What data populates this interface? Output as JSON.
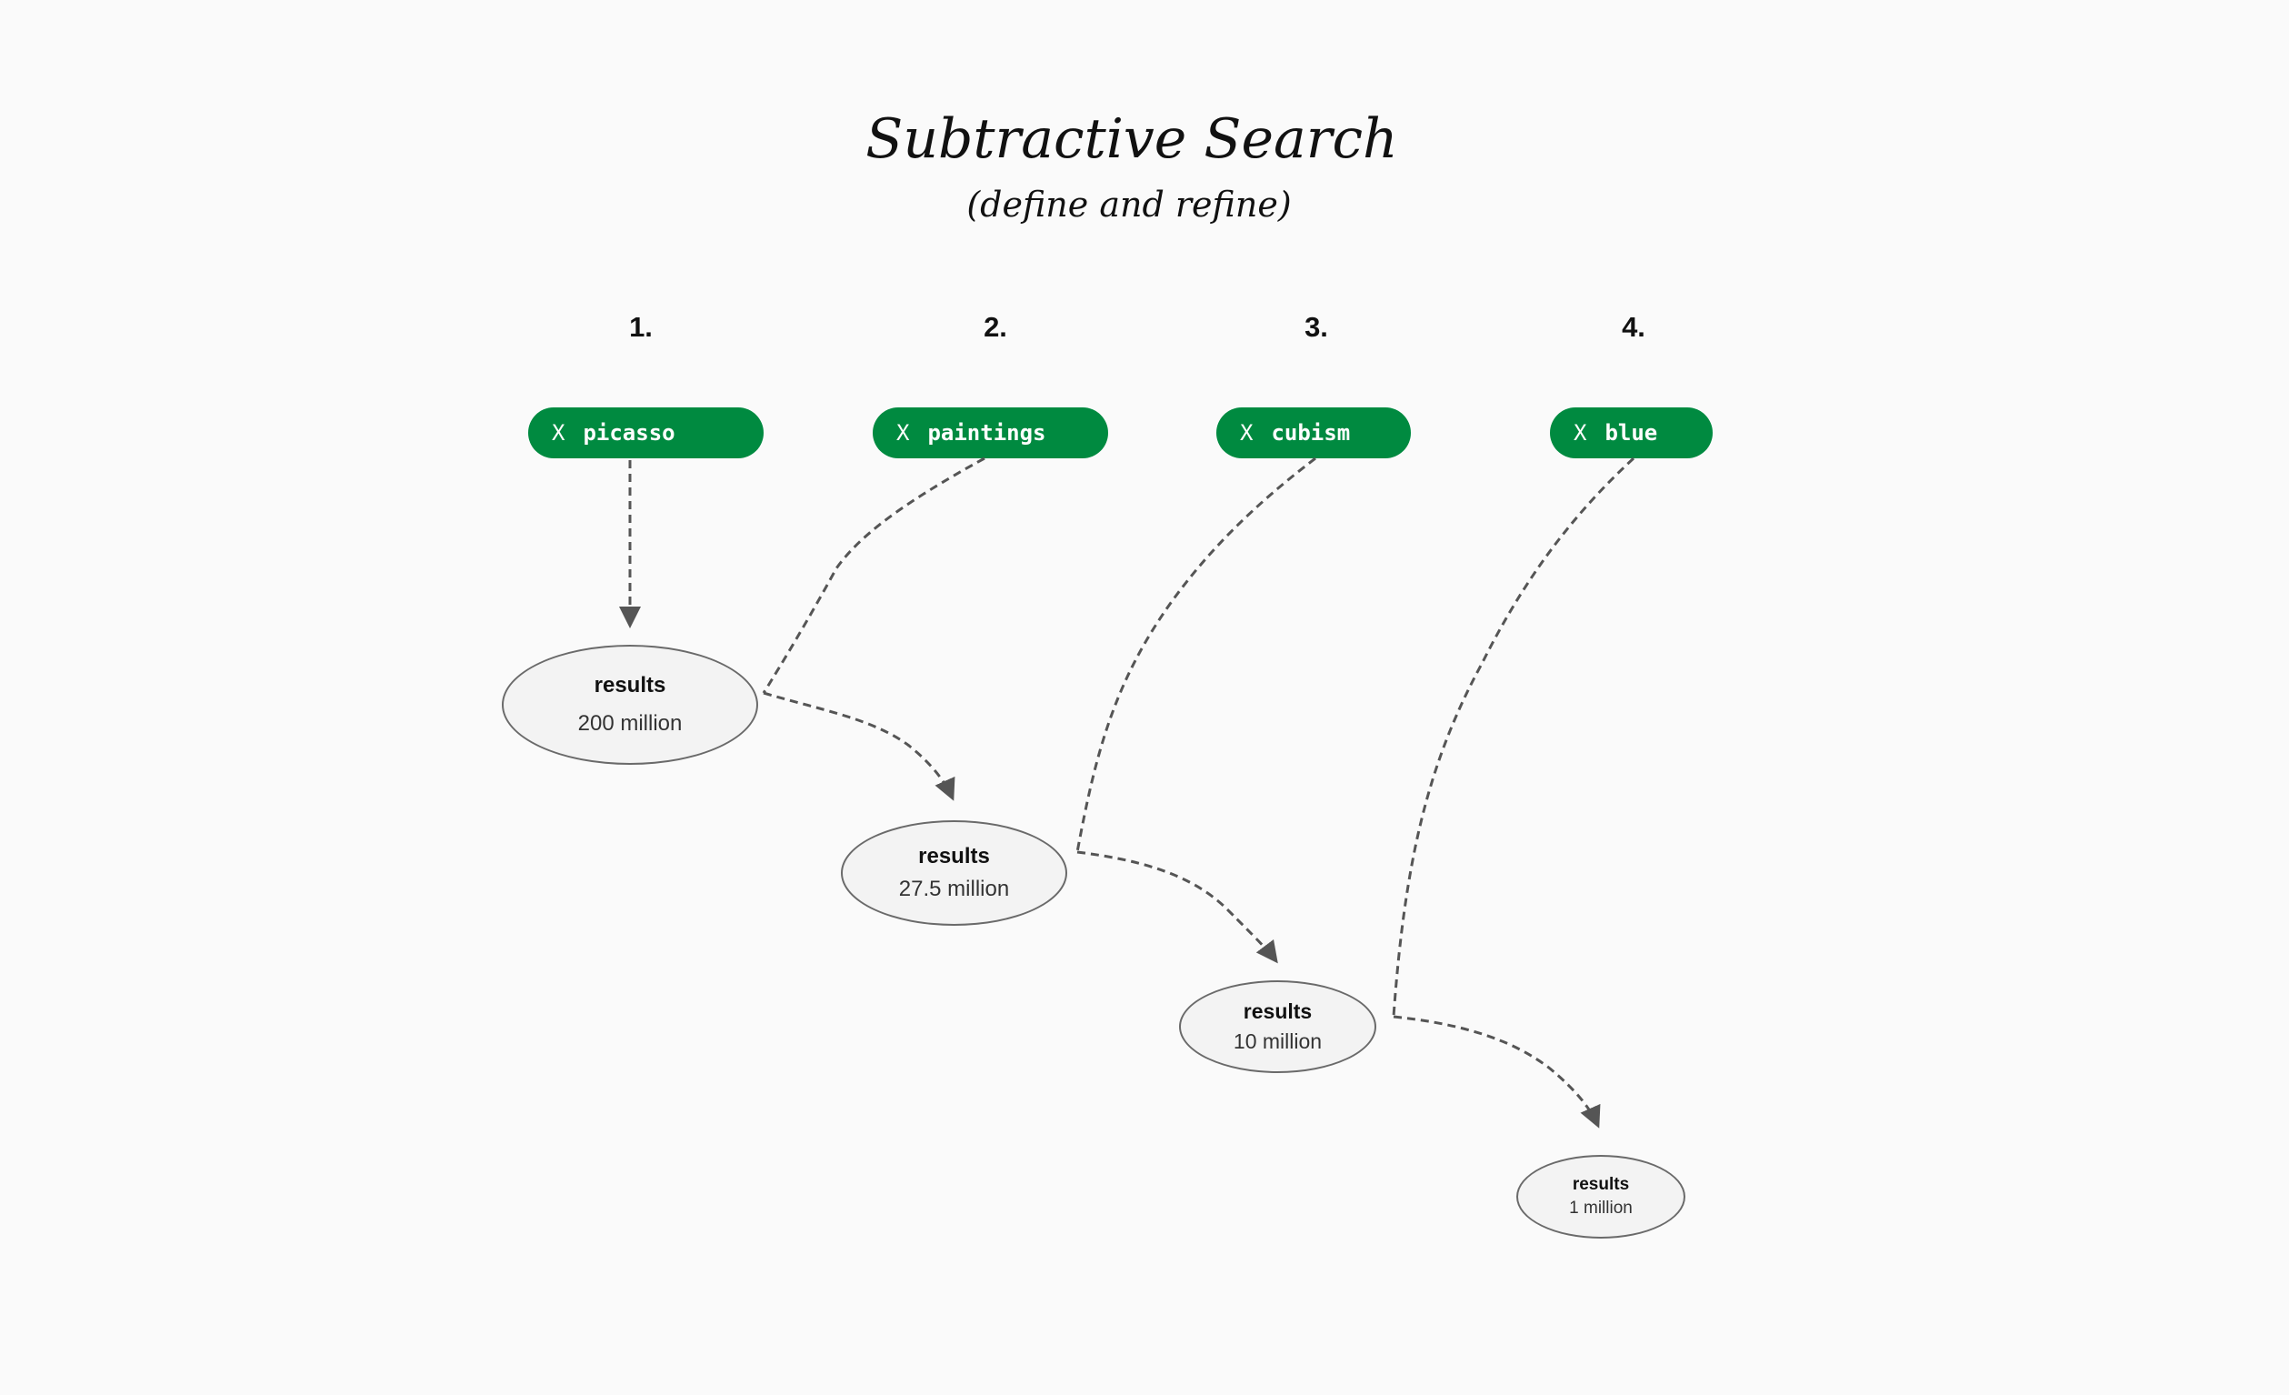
{
  "title": "Subtractive Search",
  "subtitle": "(define and refine)",
  "steps": [
    {
      "number": "1.",
      "term": "picasso",
      "remove_icon": "X",
      "results_label": "results",
      "results_count": "200 million"
    },
    {
      "number": "2.",
      "term": "paintings",
      "remove_icon": "X",
      "results_label": "results",
      "results_count": "27.5 million"
    },
    {
      "number": "3.",
      "term": "cubism",
      "remove_icon": "X",
      "results_label": "results",
      "results_count": "10 million"
    },
    {
      "number": "4.",
      "term": "blue",
      "remove_icon": "X",
      "results_label": "results",
      "results_count": "1 million"
    }
  ],
  "colors": {
    "chip": "#008a40",
    "chip_text": "#ffffff",
    "arrow": "#555555",
    "ellipse_border": "#6a6a6a",
    "ellipse_fill": "#f3f3f3",
    "background": "#fafafa"
  }
}
